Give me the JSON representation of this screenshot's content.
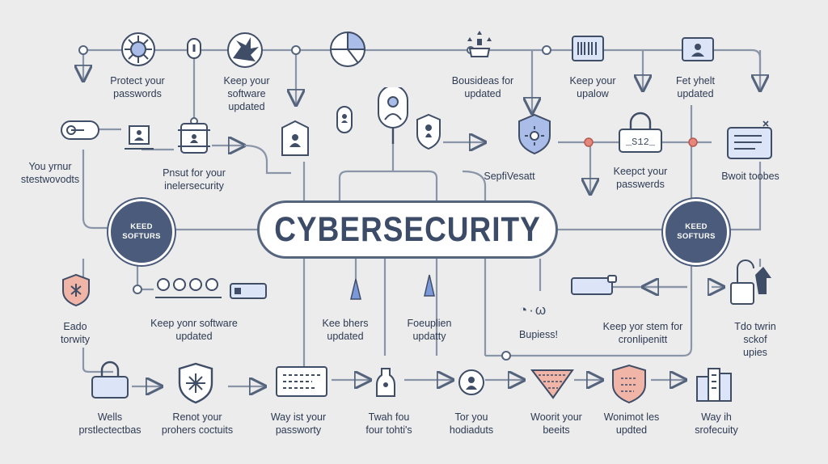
{
  "title": "CYBERSECURITY",
  "badges": {
    "left": "KEED\nSOFTURS",
    "right": "KEED\nSOFTURS"
  },
  "labels": {
    "protect_passwords": "Protect your\npasswords",
    "keep_software_top": "Keep your\nsoftware\nupdated",
    "bousideas": "Bousideas for\nupdated",
    "keep_upalow": "Keep your\nupalow",
    "fet_yhelt": "Fet yhelt\nupdated",
    "you_yrnur": "You yrnur\nstestwovodts",
    "pnsut": "Pnsut for your\ninelersecurity",
    "sepfivesatt": "SepfiVesatt",
    "keepct": "Keepct your\npasswerds",
    "bwoit": "Bwoit toobes",
    "eado": "Eado\ntorwity",
    "keep_software_mid": "Keep yonr software\nupdated",
    "kee_bhers": "Kee bhers\nupdated",
    "foeuplien": "Foeuplien\nupdatty",
    "bupiess": "Bupiess!",
    "keep_stem": "Keep yor stem for\ncronlipenitt",
    "tdo_twrin": "Tdo twrin\nsckof\nupies",
    "wells": "Wells\nprstlectectbas",
    "renot": "Renot your\nprohers coctuits",
    "way_ist": "Way ist your\npassworty",
    "twah": "Twah fou\nfour tohti's",
    "tor_you": "Tor you\nhodiaduts",
    "woorit": "Woorit your\nbeeits",
    "wonimot": "Wonimot les\nupdted",
    "way_ih": "Way ih\nsrofecuity"
  },
  "glyphs": {
    "clock_icon": "Ⓒ",
    "wave": "⁠◔·ω"
  },
  "colors": {
    "line": "#7b889c",
    "stroke": "#3f4d66",
    "fill_blue": "#a9bde8",
    "fill_salmon": "#f0b5a6",
    "badge": "#4a5b7b",
    "node_red": "#e7877b"
  }
}
